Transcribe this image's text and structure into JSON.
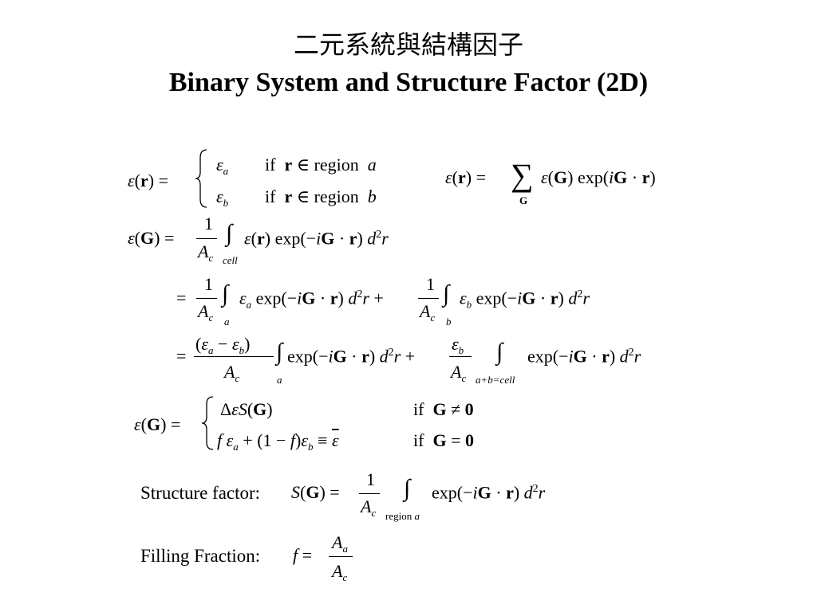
{
  "slide": {
    "title_zh": "二元系統與結構因子",
    "title_en": "Binary System and Structure Factor (2D)"
  },
  "labels": {
    "if": "if",
    "region": "region",
    "cell": "cell",
    "a_plus_b_cell": "a+b=cell",
    "structure_factor": "Structure factor:",
    "filling_fraction": "Filling Fraction:"
  }
}
